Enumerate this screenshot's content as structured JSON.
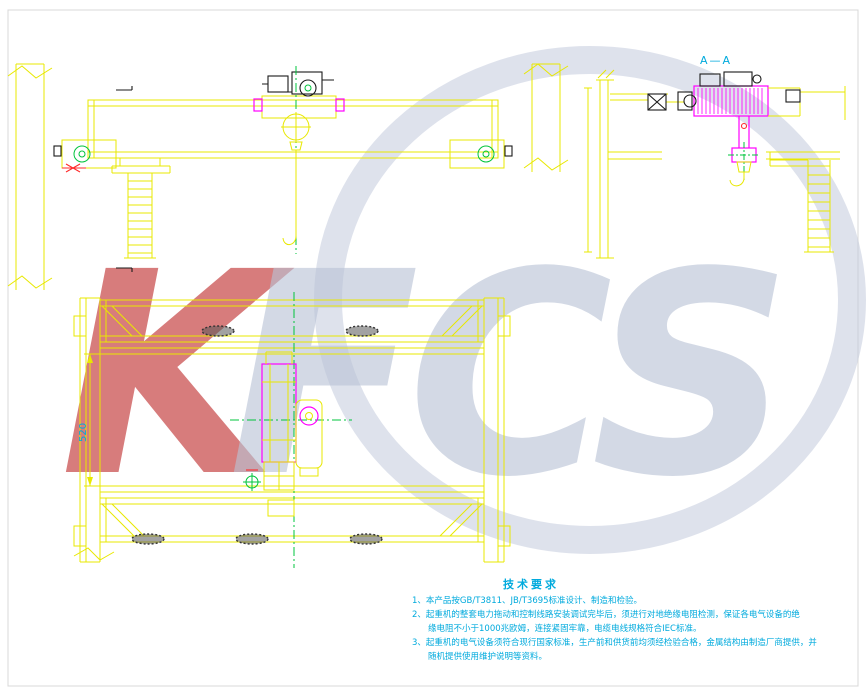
{
  "watermark": {
    "k": "K",
    "fcs": "FCS"
  },
  "labels": {
    "section": "A—A",
    "dim_520": "520"
  },
  "notes": {
    "title": "技术要求",
    "lines": [
      "1、本产品按GB/T3811、JB/T3695标准设计、制造和检验。",
      "2、起重机的整套电力拖动和控制线路安装调试完毕后，须进行对地绝缘电阻检测，保证各电气设备的绝",
      "缘电阻不小于1000兆欧姆，连接紧固牢靠，电缆电线规格符合IEC标准。",
      "3、起重机的电气设备须符合现行国家标准，生产前和供货前均须经检验合格，金属结构由制造厂商提供，并",
      "随机提供使用维护说明等资料。"
    ]
  },
  "colors": {
    "line_yellow": "#e8e800",
    "magenta": "#ff00ff",
    "green": "#00c43c",
    "red": "#ff2a2a",
    "cyan_text": "#00aadd",
    "black": "#1a1a1a",
    "watermark_red": "#c84b4b",
    "watermark_blue": "#b9c3d6"
  }
}
